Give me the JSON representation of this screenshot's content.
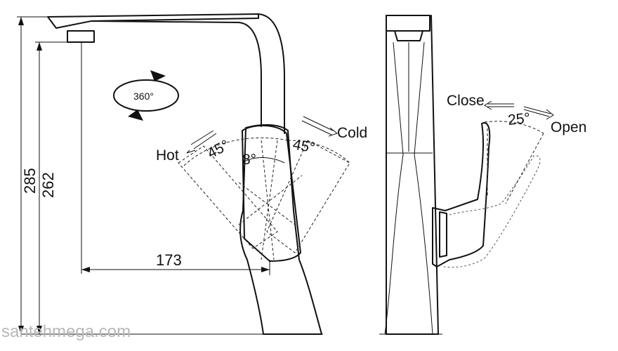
{
  "dimensions": {
    "total_height": "285",
    "spout_height": "262",
    "reach": "173"
  },
  "rotation": {
    "swivel": "360°"
  },
  "handle_side_view": {
    "hot_label": "Hot",
    "hot_angle": "45°",
    "cold_label": "Cold",
    "cold_angle": "45°",
    "center_angle": "8°"
  },
  "handle_front_view": {
    "close_label": "Close",
    "open_label": "Open",
    "lever_angle": "25°"
  },
  "watermark": "santehmega.com"
}
